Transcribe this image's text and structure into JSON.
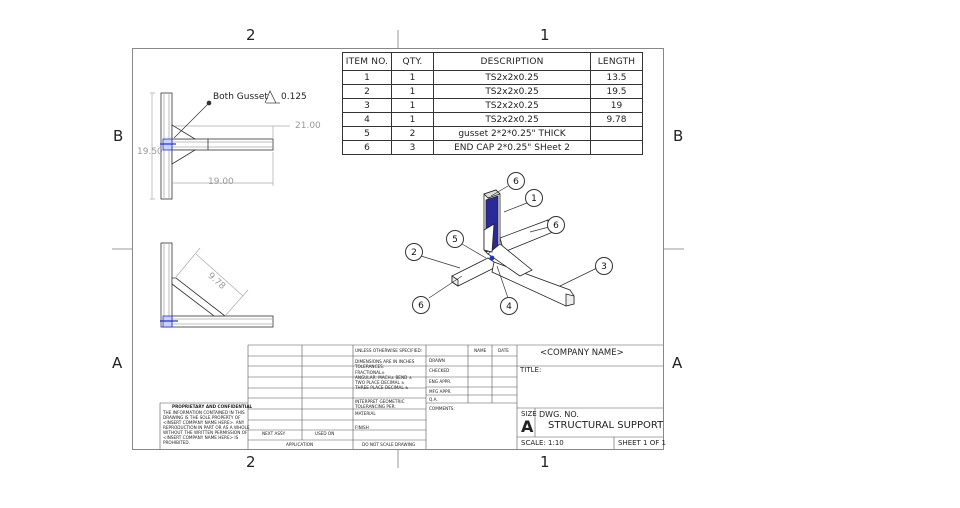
{
  "zones": {
    "top": [
      "2",
      "1"
    ],
    "bottom": [
      "2",
      "1"
    ],
    "left": [
      "B",
      "A"
    ],
    "right": [
      "B",
      "A"
    ]
  },
  "bom": {
    "headers": [
      "ITEM NO.",
      "QTY.",
      "DESCRIPTION",
      "LENGTH"
    ],
    "rows": [
      [
        "1",
        "1",
        "TS2x2x0.25",
        "13.5"
      ],
      [
        "2",
        "1",
        "TS2x2x0.25",
        "19.5"
      ],
      [
        "3",
        "1",
        "TS2x2x0.25",
        "19"
      ],
      [
        "4",
        "1",
        "TS2x2x0.25",
        "9.78"
      ],
      [
        "5",
        "2",
        "gusset 2*2*0.25\" THICK",
        ""
      ],
      [
        "6",
        "3",
        "END CAP 2*0.25\" SHeet 2",
        ""
      ]
    ]
  },
  "views": {
    "weld_note": "Both Gusset",
    "weld_size": "0.125",
    "dim_21": "21.00",
    "dim_1950": "19.50",
    "dim_1900": "19.00",
    "dim_978": "9.78"
  },
  "balloons": [
    "6",
    "1",
    "6",
    "5",
    "2",
    "3",
    "4",
    "6"
  ],
  "title_block": {
    "unless_otherwise": "UNLESS OTHERWISE SPECIFIED:",
    "name_col": "NAME",
    "date_col": "DATE",
    "dimensions": "DIMENSIONS ARE IN INCHES",
    "tolerances": "TOLERANCES:",
    "fractional": "FRACTIONAL±",
    "angular": "ANGULAR: MACH±   BEND ±",
    "two_place": "TWO PLACE DECIMAL   ±",
    "three_place": "THREE PLACE DECIMAL   ±",
    "interpret": "INTERPRET GEOMETRIC",
    "tolerancing": "TOLERANCING PER:",
    "material": "MATERIAL",
    "finish": "FINISH",
    "next_assy": "NEXT ASSY",
    "used_on": "USED ON",
    "application": "APPLICATION",
    "do_not_scale": "DO NOT SCALE DRAWING",
    "drawn": "DRAWN",
    "checked": "CHECKED",
    "eng_appr": "ENG APPR.",
    "mfg_appr": "MFG APPR.",
    "qa": "Q.A.",
    "comments": "COMMENTS:",
    "company": "<COMPANY NAME>",
    "title_label": "TITLE:",
    "size_label": "SIZE",
    "size": "A",
    "dwg_no_label": "DWG.  NO.",
    "dwg_title": "STRUCTURAL SUPPORT",
    "scale": "SCALE: 1:10",
    "sheet": "SHEET 1 OF 1",
    "proprietary_title": "PROPRIETARY AND CONFIDENTIAL",
    "proprietary_lines": [
      "THE INFORMATION CONTAINED IN THIS",
      "DRAWING IS THE SOLE PROPERTY OF",
      "<INSERT COMPANY NAME HERE>.  ANY",
      "REPRODUCTION IN PART OR AS A WHOLE",
      "WITHOUT THE WRITTEN PERMISSION OF",
      "<INSERT COMPANY NAME HERE> IS",
      "PROHIBITED."
    ]
  }
}
